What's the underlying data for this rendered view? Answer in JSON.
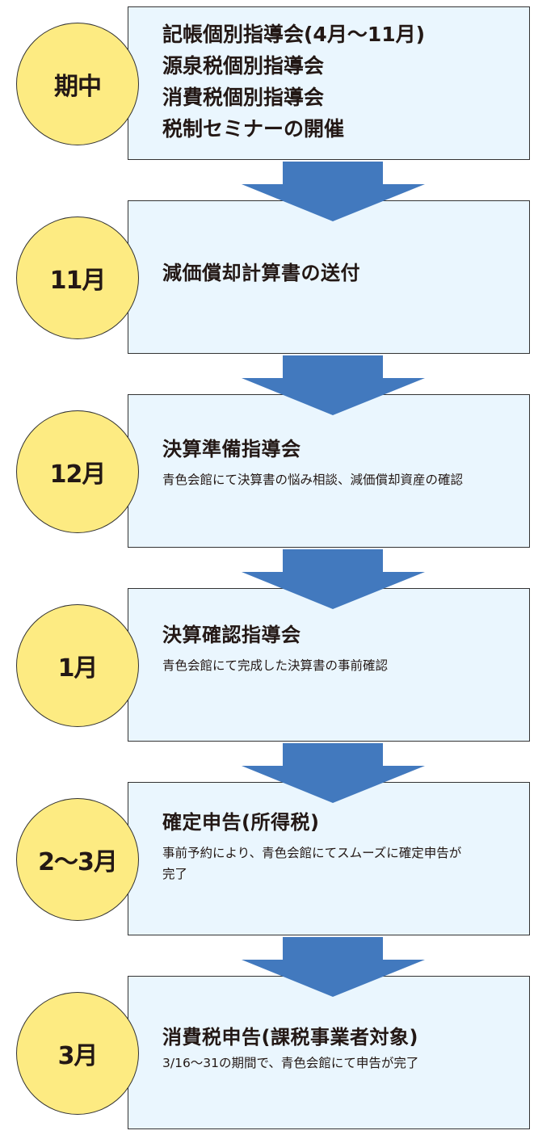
{
  "steps": [
    {
      "period": "期中",
      "lines": [
        "記帳個別指導会(4月〜11月)",
        "源泉税個別指導会",
        "消費税個別指導会",
        "税制セミナーの開催"
      ]
    },
    {
      "period": "11月",
      "title": "減価償却計算書の送付"
    },
    {
      "period": "12月",
      "title": "決算準備指導会",
      "desc": "青色会館にて決算書の悩み相談、減価償却資産の確認"
    },
    {
      "period": "1月",
      "title": "決算確認指導会",
      "desc": "青色会館にて完成した決算書の事前確認"
    },
    {
      "period": "2〜3月",
      "title": "確定申告(所得税)",
      "desc": "事前予約により、青色会館にてスムーズに確定申告が完了"
    },
    {
      "period": "3月",
      "title": "消費税申告(課税事業者対象)",
      "desc": "3/16〜31の期間で、青色会館にて申告が完了"
    }
  ],
  "colors": {
    "circle": "#fdeb82",
    "box": "#eaf6fe",
    "arrow": "#4279be"
  }
}
